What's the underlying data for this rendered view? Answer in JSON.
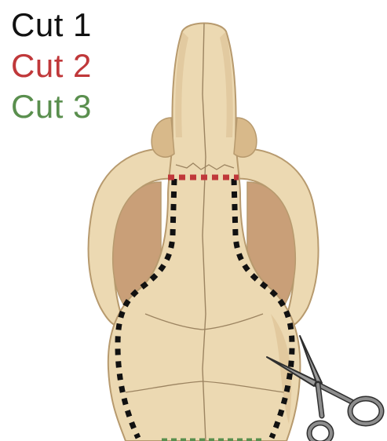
{
  "legend": [
    {
      "label": "Cut 1",
      "color": "#111111"
    },
    {
      "label": "Cut 2",
      "color": "#c0383a"
    },
    {
      "label": "Cut 3",
      "color": "#5a8f4e"
    }
  ],
  "colors": {
    "bone": "#ecd9b2",
    "bone_shadow": "#d8b98a",
    "bone_outline": "#b79a6e",
    "suture": "#9c8461",
    "zygomatic_inner": "#c99f78",
    "scissor_metal": "#8d8d8d",
    "scissor_outline": "#2f2f2f"
  },
  "icons": [
    "skull-top-view-illustration",
    "scissors-icon"
  ]
}
